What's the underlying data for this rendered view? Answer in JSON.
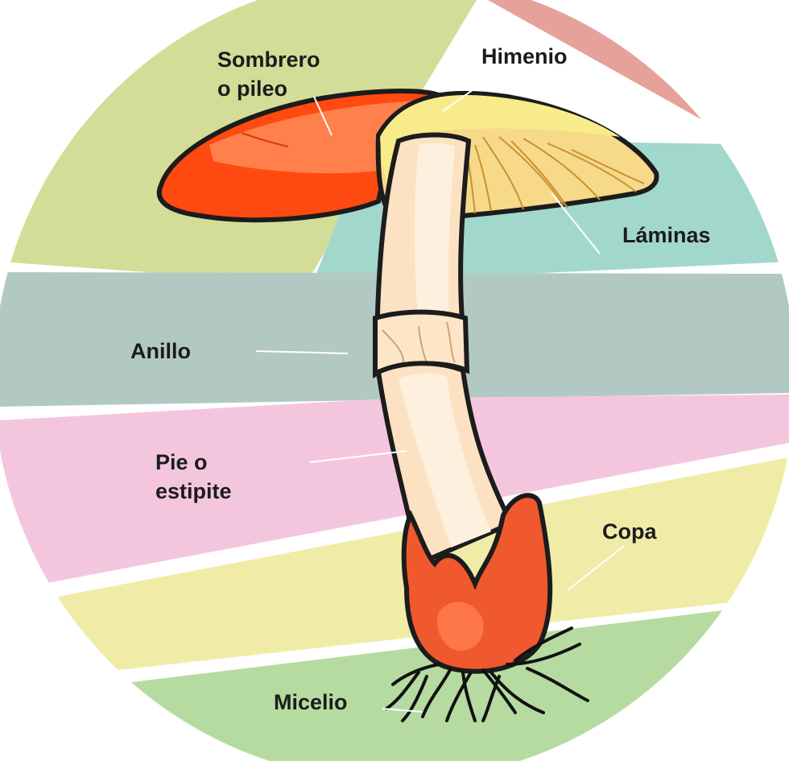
{
  "labels": {
    "sombrero": [
      "Sombrero",
      "o pileo"
    ],
    "himenio": "Himenio",
    "laminas": "Láminas",
    "anillo": "Anillo",
    "pie": [
      "Pie o",
      "estipite"
    ],
    "copa": "Copa",
    "micelio": "Micelio"
  },
  "colors": {
    "band_green": "#d3dd98",
    "band_salmon": "#e5a19a",
    "band_teal": "#a2d8cc",
    "band_grey_teal": "#b2c9c3",
    "band_pink": "#f4c6de",
    "band_yellow": "#f0eca8",
    "band_light_green": "#b6dba0",
    "cap": "#ff5a1f",
    "hymenium": "#f6e07a",
    "stem": "#fde6c8",
    "volva": "#f0582e",
    "outline": "#1c1c1c"
  }
}
